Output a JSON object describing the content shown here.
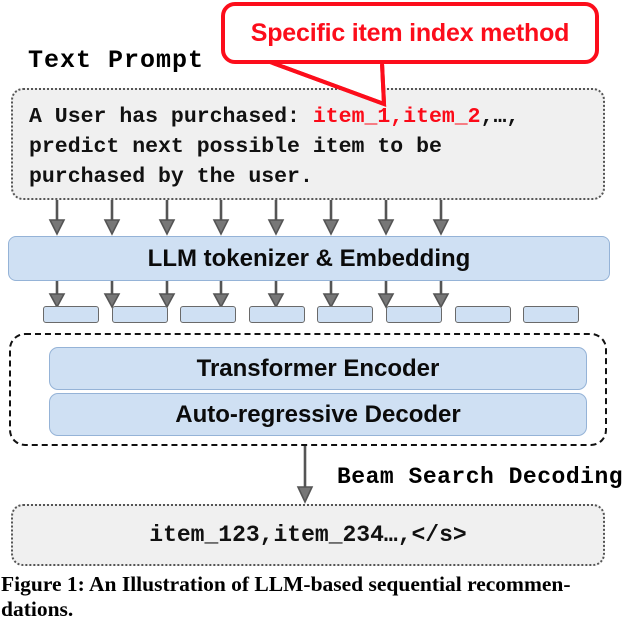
{
  "figure": {
    "caption_line1": "Figure 1: An Illustration of LLM-based sequential recommen-",
    "caption_line2": "dations."
  },
  "callout": {
    "label": "Specific item index method",
    "color": "#fc0d1b",
    "points_to": "item_1,item_2"
  },
  "prompt": {
    "section_label": "Text Prompt",
    "text_before": "A User has purchased: ",
    "text_items": "item_1,item_2",
    "text_after": ",…,\npredict next possible item to be\npurchased by the user.",
    "full_text": "A User has purchased: item_1,item_2,…, predict next possible item to be purchased by the user.",
    "bg_color": "#f0f0f0",
    "border_style": "dotted"
  },
  "tokenizer": {
    "label": "LLM tokenizer & Embedding",
    "bg_color": "#cfe0f3",
    "border_color": "#95b3d7"
  },
  "tokens": {
    "count": 8,
    "chip_color": "#cfe0f3",
    "x_positions": [
      43,
      112,
      180,
      249,
      317,
      386,
      455,
      523
    ]
  },
  "arrows": {
    "top_row_count": 8,
    "bottom_row_count": 8,
    "x_positions": [
      57,
      112,
      167,
      221,
      276,
      331,
      386,
      441
    ],
    "color": "#555555"
  },
  "model": {
    "border_style": "dashed",
    "blocks": [
      {
        "label": "Transformer Encoder"
      },
      {
        "label": "Auto-regressive Decoder"
      }
    ]
  },
  "decoding": {
    "label": "Beam Search Decoding"
  },
  "output": {
    "text": "item_123,item_234…,</s>",
    "bg_color": "#f0f0f0",
    "border_style": "dotted"
  }
}
